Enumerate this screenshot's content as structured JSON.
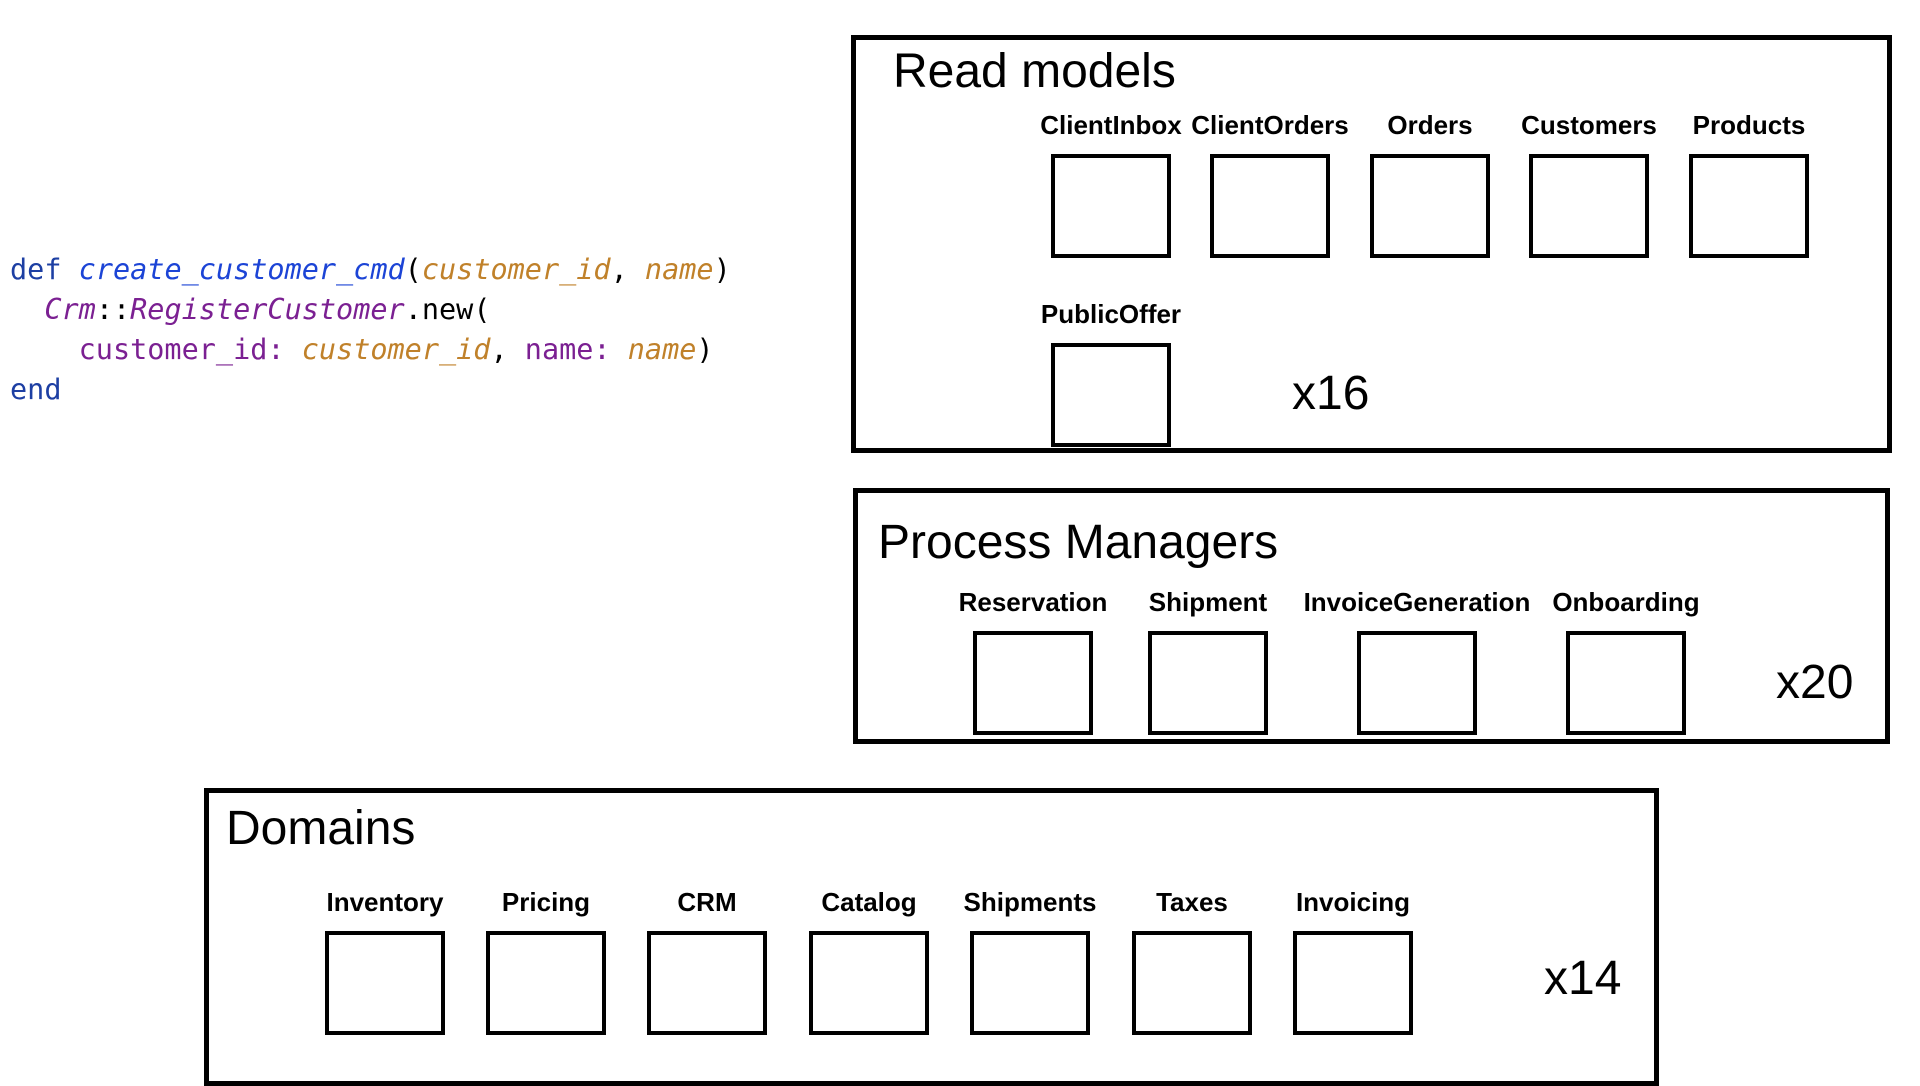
{
  "code": {
    "l1_kw": "def",
    "l1_fn": "create_customer_cmd",
    "l1_p1": "(",
    "l1_arg1": "customer_id",
    "l1_comma": ", ",
    "l1_arg2": "name",
    "l1_p2": ")",
    "l2_const1": "Crm",
    "l2_sep": "::",
    "l2_const2": "RegisterCustomer",
    "l2_new": ".new(",
    "l3_key1": "customer_id:",
    "l3_val1": "customer_id",
    "l3_comma": ", ",
    "l3_key2": "name:",
    "l3_val2": "name",
    "l3_close": ")",
    "l4_kw": "end"
  },
  "read_models": {
    "title": "Read models",
    "count": "x16",
    "items": [
      "ClientInbox",
      "ClientOrders",
      "Orders",
      "Customers",
      "Products",
      "PublicOffer"
    ]
  },
  "process_managers": {
    "title": "Process Managers",
    "count": "x20",
    "items": [
      "Reservation",
      "Shipment",
      "InvoiceGeneration",
      "Onboarding"
    ]
  },
  "domains": {
    "title": "Domains",
    "count": "x14",
    "items": [
      "Inventory",
      "Pricing",
      "CRM",
      "Catalog",
      "Shipments",
      "Taxes",
      "Invoicing"
    ]
  }
}
